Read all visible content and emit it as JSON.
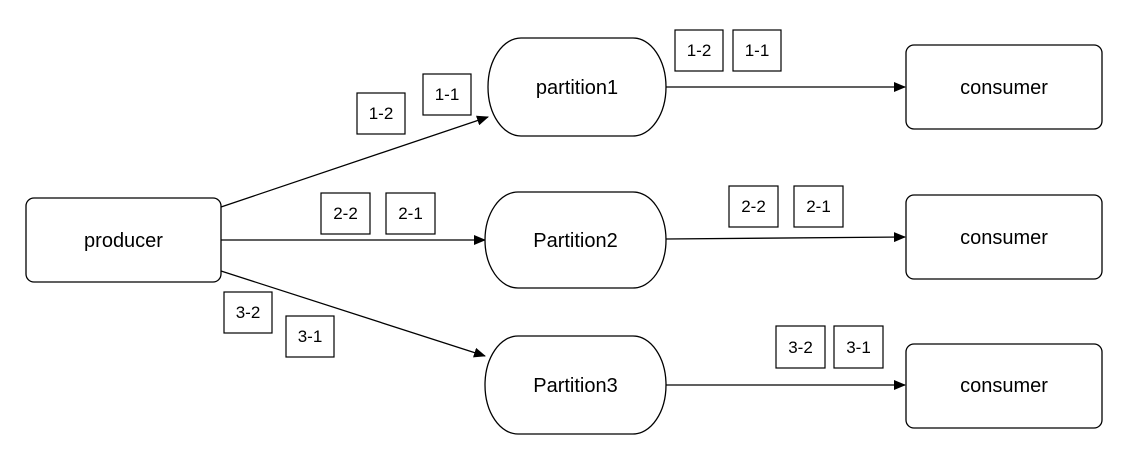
{
  "nodes": {
    "producer": "producer",
    "partition1": "partition1",
    "partition2": "Partition2",
    "partition3": "Partition3",
    "consumer1": "consumer",
    "consumer2": "consumer",
    "consumer3": "consumer"
  },
  "messages": {
    "p1_in": [
      "1-2",
      "1-1"
    ],
    "p1_out": [
      "1-2",
      "1-1"
    ],
    "p2_in": [
      "2-2",
      "2-1"
    ],
    "p2_out": [
      "2-2",
      "2-1"
    ],
    "p3_in": [
      "3-2",
      "3-1"
    ],
    "p3_out": [
      "3-2",
      "3-1"
    ]
  }
}
